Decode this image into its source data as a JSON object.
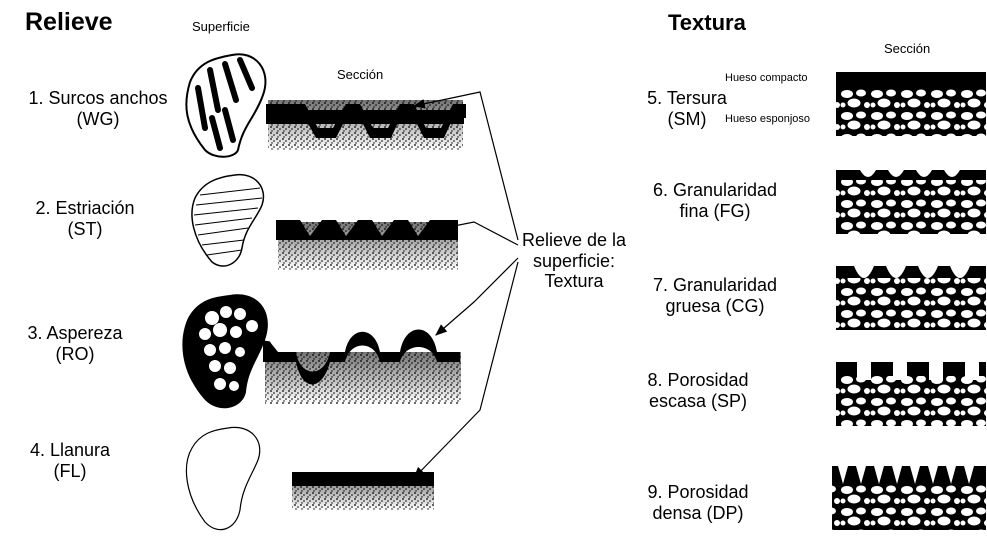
{
  "relieve": {
    "title": "Relieve",
    "superficie_label": "Superficie",
    "seccion_label": "Sección",
    "items": [
      {
        "line1": "1. Surcos anchos",
        "line2": "(WG)"
      },
      {
        "line1": "2. Estriación",
        "line2": "(ST)"
      },
      {
        "line1": "3. Aspereza",
        "line2": "(RO)"
      },
      {
        "line1": "4. Llanura",
        "line2": "(FL)"
      }
    ]
  },
  "center": {
    "line1": "Relieve de la",
    "line2": "superficie:",
    "line3": "Textura"
  },
  "textura": {
    "title": "Textura",
    "seccion_label": "Sección",
    "hueso_compacto": "Hueso compacto",
    "hueso_esponjoso": "Hueso esponjoso",
    "items": [
      {
        "line1": "5. Tersura",
        "line2": "(SM)"
      },
      {
        "line1": "6. Granularidad",
        "line2": "fina (FG)"
      },
      {
        "line1": "7. Granularidad",
        "line2": "gruesa (CG)"
      },
      {
        "line1": "8. Porosidad",
        "line2": "escasa (SP)"
      },
      {
        "line1": "9. Porosidad",
        "line2": "densa (DP)"
      }
    ]
  }
}
